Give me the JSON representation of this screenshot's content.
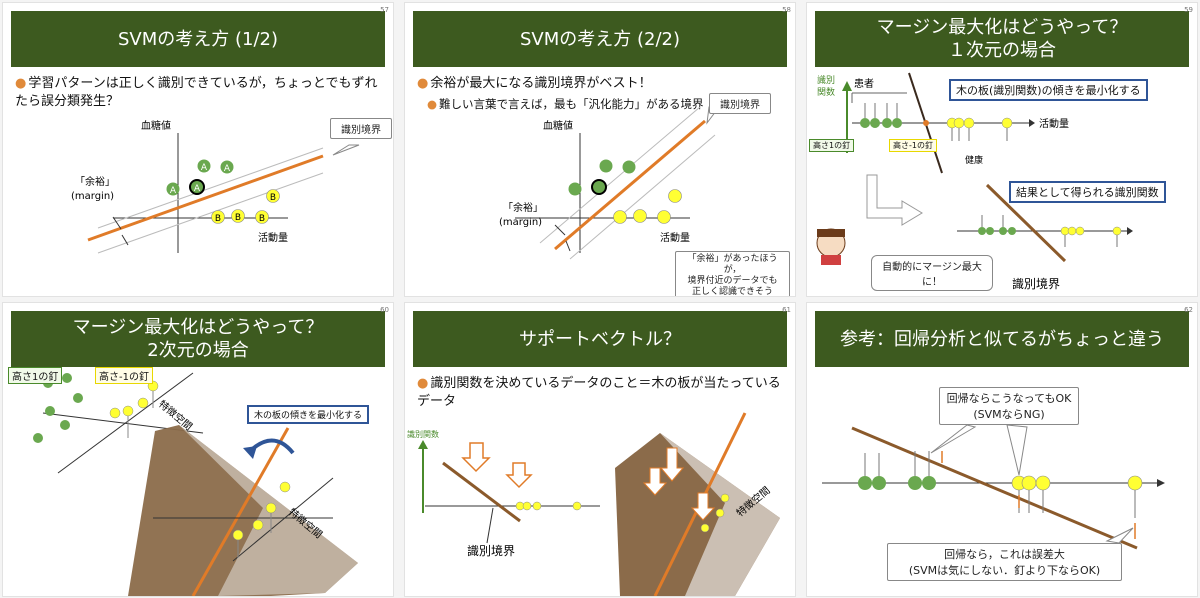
{
  "slides": [
    {
      "num": "57",
      "title": "SVMの考え方 (1/2)",
      "bullet": "学習パターンは正しく識別できているが，ちょっとでもずれたら誤分類発生？",
      "y_label": "血糖値",
      "x_label": "活動量",
      "margin_label_1": "「余裕」",
      "margin_label_2": "(margin)",
      "boundary_label": "識別境界",
      "class_a": "A",
      "class_b": "B"
    },
    {
      "num": "58",
      "title": "SVMの考え方 (2/2)",
      "bullet": "余裕が最大になる識別境界がベスト！",
      "sub_bullet": "難しい言葉で言えば，最も「汎化能力」がある境界",
      "y_label": "血糖値",
      "x_label": "活動量",
      "margin_label_1": "「余裕」",
      "margin_label_2": "(margin)",
      "boundary_label": "識別境界",
      "note_1": "「余裕」があったほうが，",
      "note_2": "境界付近のデータでも",
      "note_3": "正しく認識できそう"
    },
    {
      "num": "59",
      "title_1": "マージン最大化はどうやって？",
      "title_2": "１次元の場合",
      "axis_label_1": "識別",
      "axis_label_2": "関数",
      "patient": "患者",
      "x_label": "活動量",
      "healthy": "健康",
      "nail_green": "高さ1の釘",
      "nail_yellow": "高さ-1の釘",
      "box_1": "木の板(識別関数)の傾きを最小化する",
      "box_2": "結果として得られる識別関数",
      "bubble": "自動的にマージン最大に！",
      "boundary_label": "識別境界"
    },
    {
      "num": "60",
      "title_1": "マージン最大化はどうやって？",
      "title_2": "2次元の場合",
      "nail_green": "高さ1の釘",
      "nail_yellow": "高さ-1の釘",
      "box": "木の板の傾きを最小化する",
      "feature_space": "特徴空間"
    },
    {
      "num": "61",
      "title": "サポートベクトル？",
      "bullet": "識別関数を決めているデータのこと＝木の板が当たっているデータ",
      "axis_label": "識別関数",
      "boundary_label": "識別境界",
      "feature_space": "特徴空間"
    },
    {
      "num": "62",
      "title": "参考：回帰分析と似てるがちょっと違う",
      "callout_1a": "回帰ならこうなってもOK",
      "callout_1b": "(SVMならNG)",
      "callout_2a": "回帰なら，これは誤差大",
      "callout_2b": "(SVMは気にしない．釘より下ならOK)"
    }
  ],
  "colors": {
    "title_bg": "#3d5a1f",
    "boundary": "#e07b28",
    "class_a": "#6aa84f",
    "class_b": "#ffff33",
    "box_border": "#2f5597",
    "board": "#8b6b4a"
  }
}
